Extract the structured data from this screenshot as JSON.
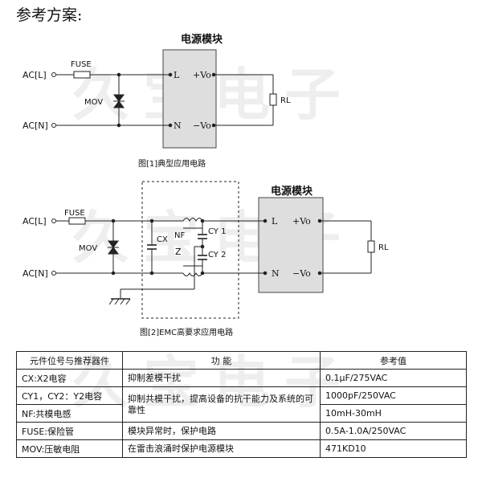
{
  "heading": "参考方案:",
  "watermark": "久宝电子",
  "fig1": {
    "module_title": "电源模块",
    "ac_l": "AC[L]",
    "ac_n": "AC[N]",
    "fuse": "FUSE",
    "mov": "MOV",
    "pin_l": "L",
    "pin_n": "N",
    "pin_vo_pos": "+Vo",
    "pin_vo_neg": "−Vo",
    "load": "RL",
    "caption": "图[1]典型应用电路"
  },
  "fig2": {
    "module_title": "电源模块",
    "ac_l": "AC[L]",
    "ac_n": "AC[N]",
    "fuse": "FUSE",
    "mov": "MOV",
    "cx": "CX",
    "nf": "NF",
    "z": "Z",
    "cy1": "CY 1",
    "cy2": "CY 2",
    "pin_l": "L",
    "pin_n": "N",
    "pin_vo_pos": "+Vo",
    "pin_vo_neg": "−Vo",
    "load": "RL",
    "caption": "图[2]EMC高要求应用电路"
  },
  "table": {
    "headers": [
      "元件位号与推荐器件",
      "功 能",
      "参考值"
    ],
    "rows": [
      {
        "part": "CX:X2电容",
        "func": "抑制差模干扰",
        "value": "0.1μF/275VAC"
      },
      {
        "part": "CY1，CY2：Y2电容",
        "func": "抑制共模干扰，提高设备的抗干能力及系统的可靠性",
        "value": "1000pF/250VAC"
      },
      {
        "part": "NF:共模电感",
        "func": "",
        "value": "10mH-30mH"
      },
      {
        "part": "FUSE:保险管",
        "func": "模块异常时，保护电路",
        "value": "0.5A-1.0A/250VAC"
      },
      {
        "part": "MOV:压敏电阻",
        "func": "在雷击浪涌时保护电源模块",
        "value": "471KD10"
      }
    ]
  }
}
